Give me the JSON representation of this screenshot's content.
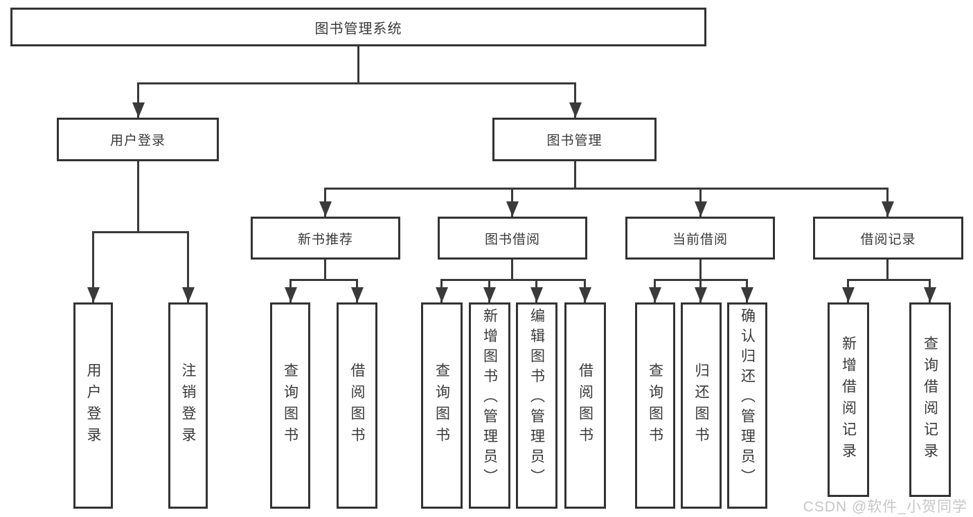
{
  "nodes": {
    "root": "图书管理系统",
    "user_login": "用户登录",
    "book_mgmt": "图书管理",
    "new_book_rec": "新书推荐",
    "book_borrow": "图书借阅",
    "current_borrow": "当前借阅",
    "borrow_records": "借阅记录",
    "leaf_user_login": "用户登录",
    "leaf_logout": "注销登录",
    "rec_query": "查询图书",
    "rec_borrow": "借阅图书",
    "bb_query": "查询图书",
    "bb_add": "新增图书（管理员）",
    "bb_edit": "编辑图书（管理员）",
    "bb_borrow": "借阅图书",
    "cb_query": "查询图书",
    "cb_return": "归还图书",
    "cb_confirm": "确认归还（管理员）",
    "br_add": "新增借阅记录",
    "br_query": "查询借阅记录"
  },
  "hierarchy": {
    "root": [
      "user_login",
      "book_mgmt"
    ],
    "user_login": [
      "leaf_user_login",
      "leaf_logout"
    ],
    "book_mgmt": [
      "new_book_rec",
      "book_borrow",
      "current_borrow",
      "borrow_records"
    ],
    "new_book_rec": [
      "rec_query",
      "rec_borrow"
    ],
    "book_borrow": [
      "bb_query",
      "bb_add",
      "bb_edit",
      "bb_borrow"
    ],
    "current_borrow": [
      "cb_query",
      "cb_return",
      "cb_confirm"
    ],
    "borrow_records": [
      "br_add",
      "br_query"
    ]
  },
  "watermark": "CSDN @软件_小贺同学",
  "colors": {
    "line_color": "#3a3a3a",
    "border_color": "#333333",
    "text_color": "#3a3a3a",
    "background_color": "#ffffff",
    "watermark_color": "#c6c6c6"
  }
}
